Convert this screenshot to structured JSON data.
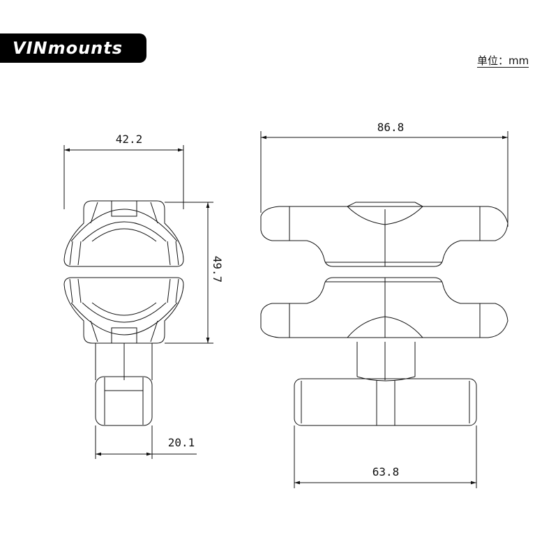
{
  "logo": {
    "text": "VINmounts"
  },
  "unit_label": "单位：mm",
  "dimensions": {
    "top_width_left": "42.2",
    "height_left": "49.7",
    "knob_width_left": "20.1",
    "top_width_right": "86.8",
    "knob_width_right": "63.8"
  },
  "colors": {
    "line": "#111111",
    "logo_bg": "#000000",
    "logo_text": "#ffffff"
  }
}
